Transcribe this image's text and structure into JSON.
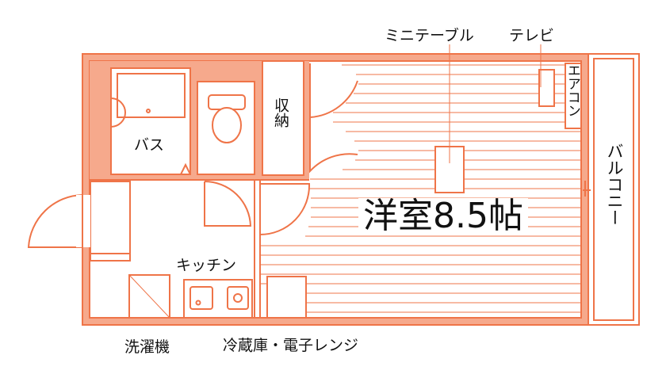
{
  "colors": {
    "line": "#ef7448",
    "fill": "#f6a98c",
    "background": "#ffffff"
  },
  "labels": {
    "mini_table": "ミニテーブル",
    "tv": "テレビ",
    "aircon": "エアコン",
    "balcony": "バルコニー",
    "storage": "収納",
    "bath": "バス",
    "kitchen": "キッチン",
    "washer": "洗濯機",
    "fridge_microwave": "冷蔵庫・電子レンジ",
    "room": "洋室8.5帖"
  }
}
